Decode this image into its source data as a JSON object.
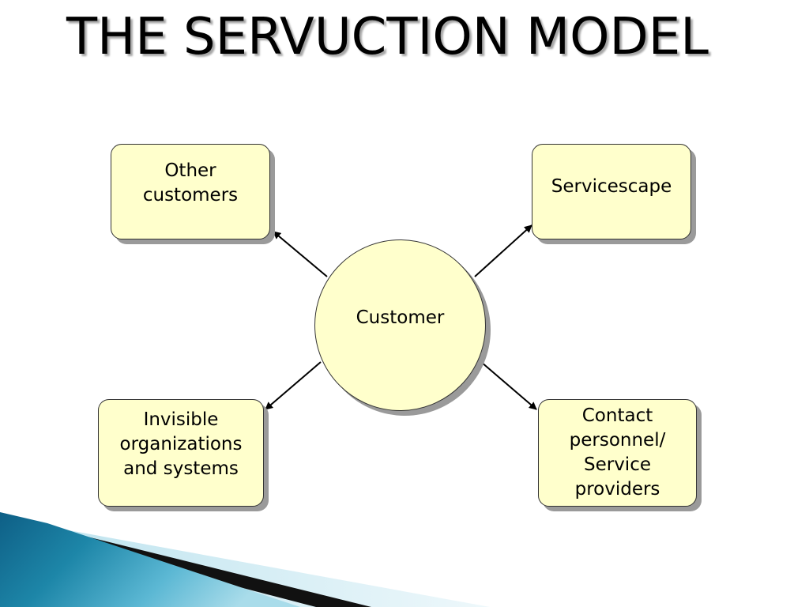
{
  "slide": {
    "title": "THE SERVUCTION MODEL"
  },
  "diagram": {
    "center": {
      "label": "Customer"
    },
    "nodes": [
      {
        "id": "other-customers",
        "label": "Other\ncustomers"
      },
      {
        "id": "servicescape",
        "label": "Servicescape"
      },
      {
        "id": "invisible-organizations",
        "label": "Invisible\norganizations\nand systems"
      },
      {
        "id": "contact-personnel",
        "label": "Contact\npersonnel/\nService\nproviders"
      }
    ],
    "edges": [
      {
        "from": "Customer",
        "to": "other-customers"
      },
      {
        "from": "Customer",
        "to": "servicescape"
      },
      {
        "from": "Customer",
        "to": "invisible-organizations"
      },
      {
        "from": "Customer",
        "to": "contact-personnel"
      }
    ]
  },
  "colors": {
    "node_fill": "#ffffcc",
    "node_border": "#333333",
    "shadow": "#9a9a9a",
    "accent_teal": "#1d86a8"
  }
}
